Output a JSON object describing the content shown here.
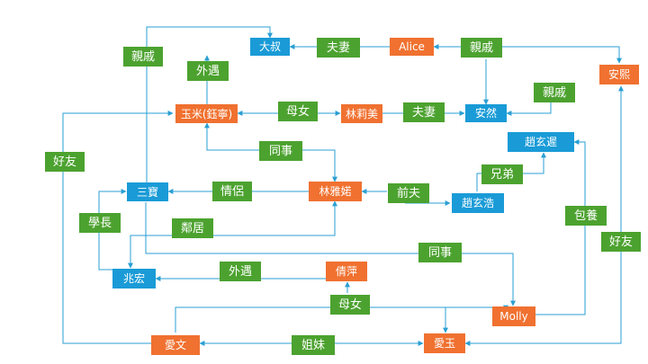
{
  "colors": {
    "male": "#1a9bd7",
    "female": "#f07130",
    "relation": "#4ca22f",
    "edge": "#2a9fd4"
  },
  "people": {
    "dashu": "大叔",
    "alice": "Alice",
    "anxi": "安熙",
    "yumi": "玉米(鈺寧)",
    "linlimei": "林莉美",
    "anran": "安然",
    "zhaoxuanchi": "趙玄遲",
    "sanbao": "三寶",
    "linyanuo": "林雅婼",
    "zhaoxuanhao": "趙玄浩",
    "zhaohong": "兆宏",
    "qianping": "倩萍",
    "molly": "Molly",
    "aiwen": "愛文",
    "aiyu": "愛玉"
  },
  "relations": {
    "qinqi_left": "親戚",
    "fuqi_top": "夫妻",
    "qinqi_top": "親戚",
    "waiyu_top": "外遇",
    "qinqi_right": "親戚",
    "munv_top": "母女",
    "fuqi_mid": "夫妻",
    "tongshi_top": "同事",
    "xiongdi": "兄弟",
    "haoyou_left": "好友",
    "qinglv": "情侶",
    "qianfu": "前夫",
    "xuezhang": "學長",
    "baoyang": "包養",
    "linju": "鄰居",
    "haoyou_right": "好友",
    "tongshi_bottom": "同事",
    "waiyu_bottom": "外遇",
    "munv_bottom": "母女",
    "jiemei": "姐妹"
  }
}
